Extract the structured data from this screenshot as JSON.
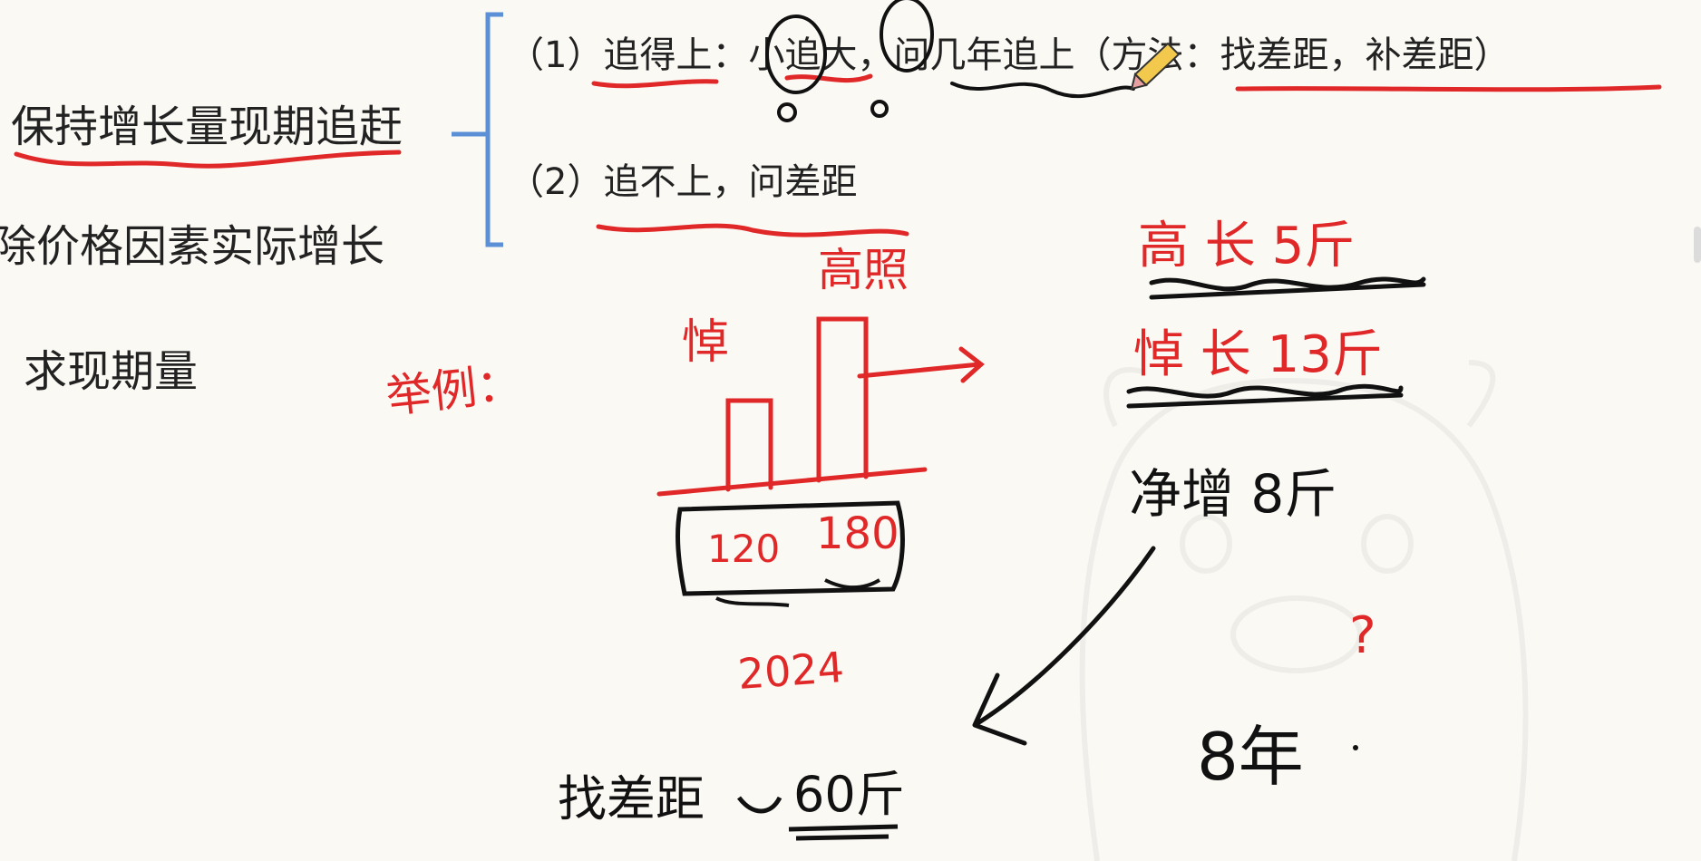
{
  "mindmap": {
    "root": "保持增长量现期追赶",
    "branch1": "（1）追得上：小追大，问几年追上（方法：找差距，补差距）",
    "branch2": "（2）追不上，问差距",
    "item2": "除价格因素实际增长",
    "item3": "求现期量"
  },
  "ink": {
    "example_label": "举例：",
    "bar1_label": "悼",
    "bar2_label": "高照",
    "value1": "120",
    "value2": "180",
    "year": "2024",
    "gao_growth": "高 长 5斤",
    "dao_growth": "悼 长 13斤",
    "net_gain": "净增 8斤",
    "find_gap": "找差距",
    "gap_value": "60斤",
    "years_answer": "8年",
    "question_mark": "?"
  },
  "colors": {
    "ink_red": "#e02828",
    "ink_black": "#111111",
    "bracket_blue": "#5b8fd6",
    "background": "#fbf9f4"
  }
}
